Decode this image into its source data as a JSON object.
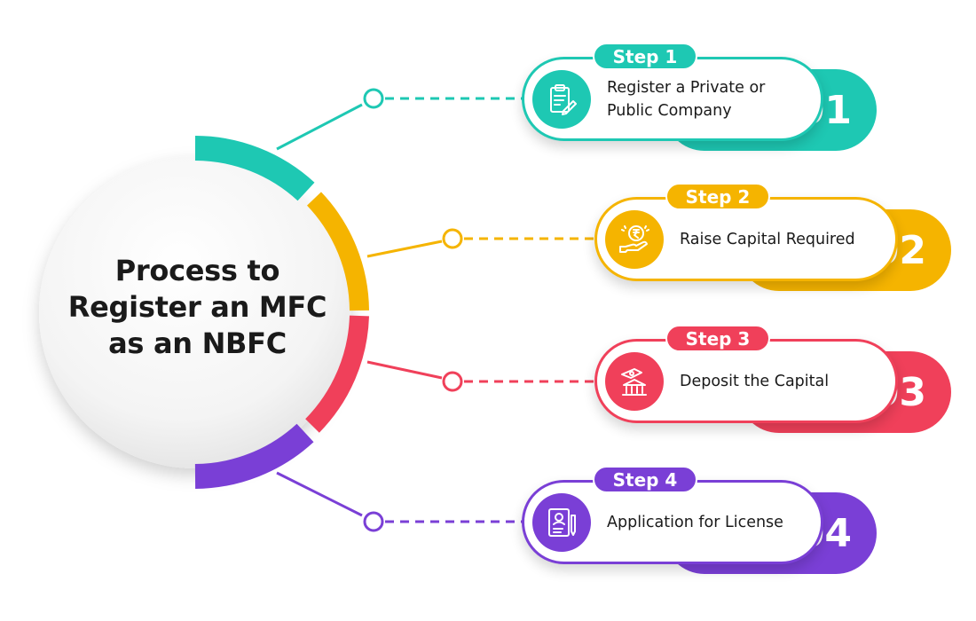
{
  "title": {
    "line1": "Process to",
    "line2": "Register an MFC",
    "line3": "as an NBFC"
  },
  "colors": {
    "teal": "#1ec8b3",
    "yellow": "#f5b400",
    "red": "#f0405a",
    "purple": "#7a3fd6",
    "text": "#1a1a1a"
  },
  "steps": [
    {
      "badge": "Step 1",
      "number": "01",
      "line1": "Register a Private or",
      "line2": "Public Company",
      "icon": "clipboard-edit-icon"
    },
    {
      "badge": "Step 2",
      "number": "02",
      "line1": "Raise Capital Required",
      "line2": "",
      "icon": "rupee-coin-hand-icon"
    },
    {
      "badge": "Step 3",
      "number": "03",
      "line1": "Deposit the Capital",
      "line2": "",
      "icon": "money-bank-icon"
    },
    {
      "badge": "Step 4",
      "number": "04",
      "line1": "Application for License",
      "line2": "",
      "icon": "license-document-pen-icon"
    }
  ]
}
